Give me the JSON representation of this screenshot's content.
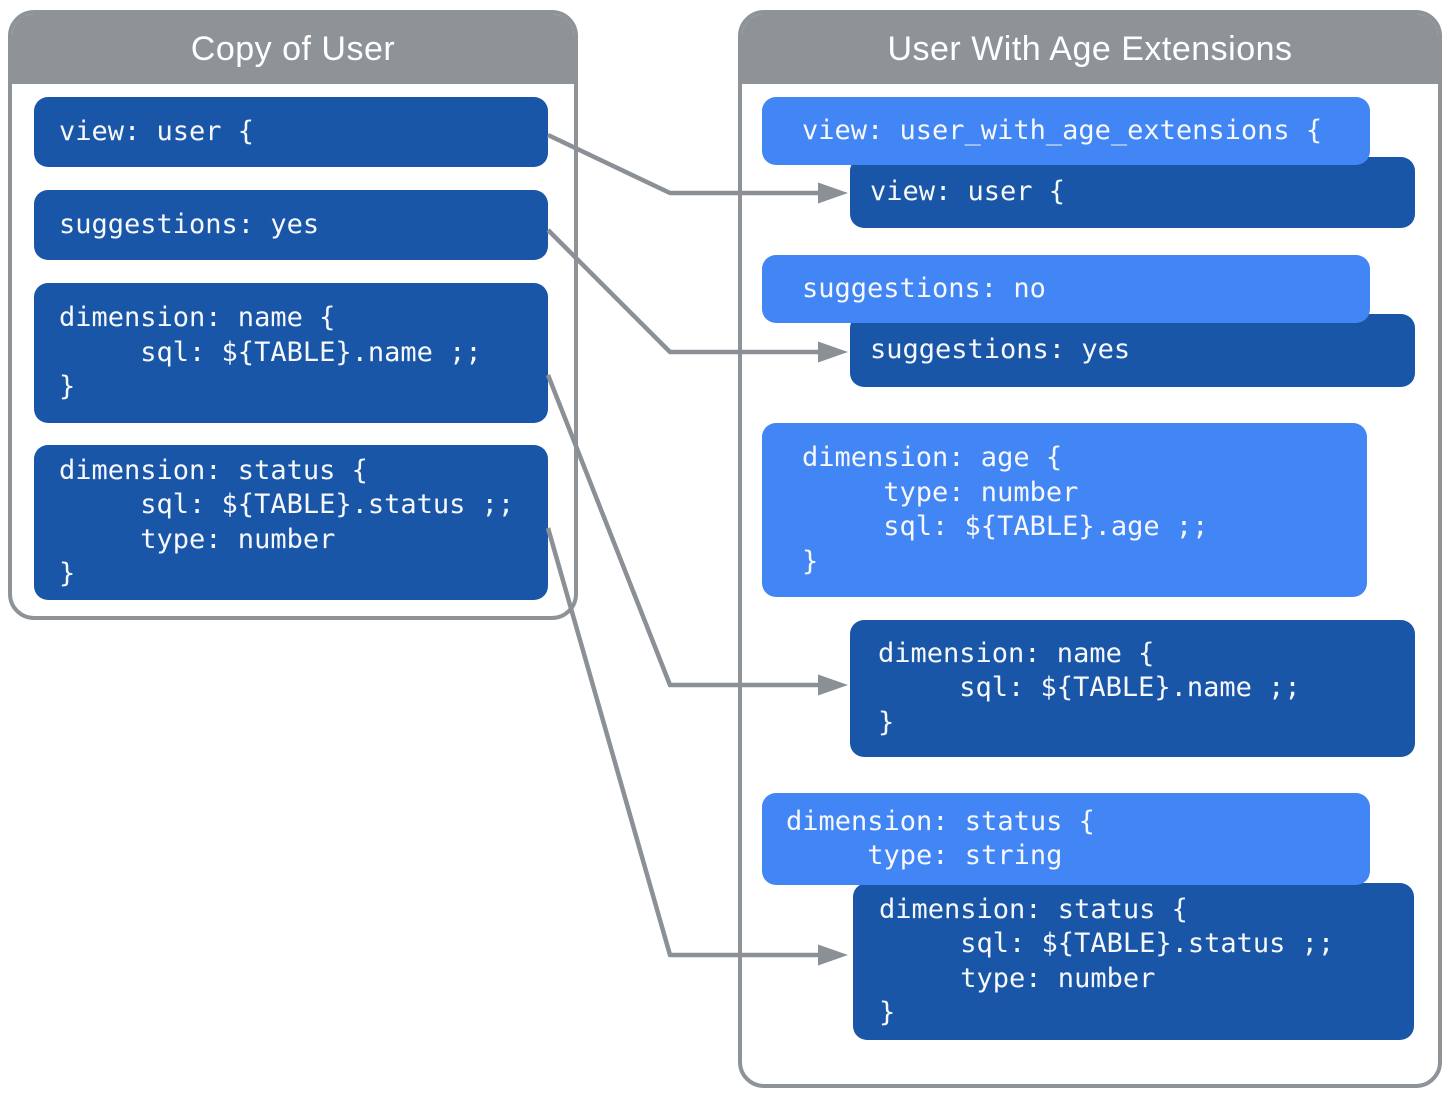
{
  "colors": {
    "light_blue": "#4285F4",
    "dark_blue": "#1A56A7",
    "gray": "#8E9398",
    "arrow_gray": "#8A9096"
  },
  "left_panel": {
    "title": "Copy of User",
    "blocks": [
      {
        "role": "view",
        "lines": [
          "view: user {"
        ]
      },
      {
        "role": "suggestions",
        "lines": [
          "suggestions: yes"
        ]
      },
      {
        "role": "dimension-name",
        "lines": [
          "dimension: name {",
          "     sql: ${TABLE}.name ;;",
          "}"
        ]
      },
      {
        "role": "dimension-status",
        "lines": [
          "dimension: status {",
          "     sql: ${TABLE}.status ;;",
          "     type: number",
          "}"
        ]
      }
    ]
  },
  "right_panel": {
    "title": "User With Age Extensions",
    "blocks": [
      {
        "style": "light",
        "role": "extension-override-view",
        "lines": [
          "view: user_with_age_extensions {"
        ]
      },
      {
        "style": "dark",
        "role": "original-view",
        "lines": [
          "view: user {"
        ]
      },
      {
        "style": "light",
        "role": "extension-override-suggestions",
        "lines": [
          "suggestions: no"
        ]
      },
      {
        "style": "dark",
        "role": "original-suggestions",
        "lines": [
          "suggestions: yes"
        ]
      },
      {
        "style": "light",
        "role": "extension-new-dimension-age",
        "lines": [
          "dimension: age {",
          "     type: number",
          "     sql: ${TABLE}.age ;;",
          "}"
        ]
      },
      {
        "style": "dark",
        "role": "original-dimension-name",
        "lines": [
          "dimension: name {",
          "     sql: ${TABLE}.name ;;",
          "}"
        ]
      },
      {
        "style": "light",
        "role": "extension-override-dimension-status",
        "lines": [
          "dimension: status {",
          "     type: string"
        ]
      },
      {
        "style": "dark",
        "role": "original-dimension-status",
        "lines": [
          "dimension: status {",
          "     sql: ${TABLE}.status ;;",
          "     type: number",
          "}"
        ]
      }
    ]
  },
  "connections": [
    {
      "from": "left.view",
      "to": "right.original-view"
    },
    {
      "from": "left.suggestions",
      "to": "right.original-suggestions"
    },
    {
      "from": "left.dimension-name",
      "to": "right.original-dimension-name"
    },
    {
      "from": "left.dimension-status",
      "to": "right.original-dimension-status"
    }
  ]
}
